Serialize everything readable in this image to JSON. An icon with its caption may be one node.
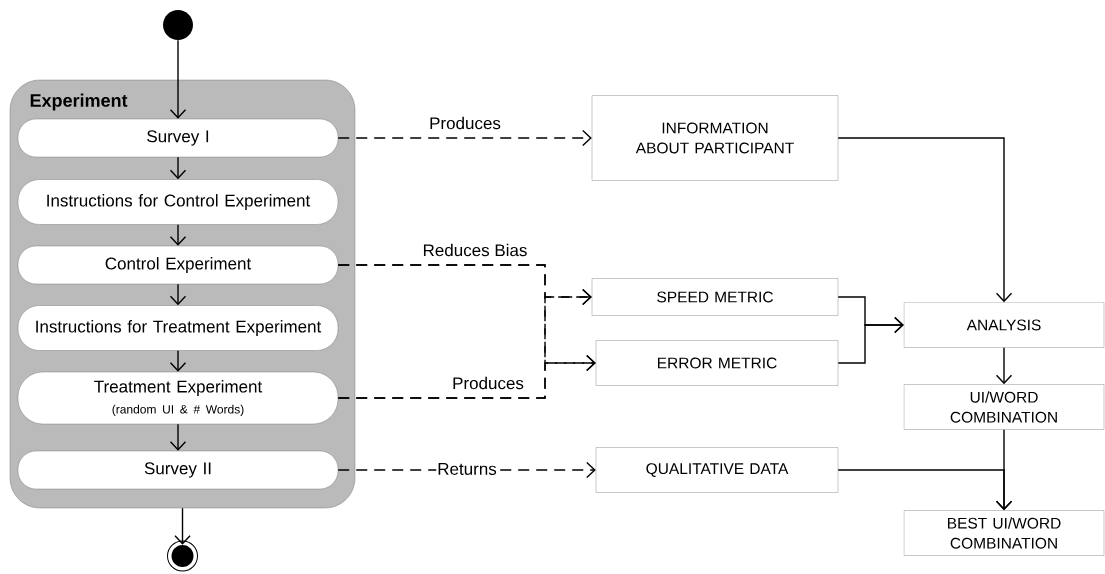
{
  "diagram": {
    "nodes": [
      {
        "text": [],
        "shape": "circle"
      },
      {
        "text": [
          "Experiment"
        ]
      },
      {
        "text": [
          "Survey I"
        ],
        "in": 1
      },
      {
        "text": [
          "Instructions for Control Experiment"
        ],
        "in": 1
      },
      {
        "text": [
          "Control Experiment"
        ],
        "in": 1
      },
      {
        "text": [
          "Instructions for Treatment Experiment"
        ],
        "in": 1
      },
      {
        "text": [
          "Treatment Experiment",
          "(random UI & # Words)"
        ],
        "in": 1
      },
      {
        "text": [
          "Survey II"
        ],
        "in": 1
      },
      {
        "text": [],
        "shape": "circle"
      },
      {
        "text": [
          "INFORMATION ABOUT PARTICIPANT"
        ]
      },
      {
        "text": [
          "SPEED METRIC"
        ]
      },
      {
        "text": [
          "ERROR METRIC"
        ]
      },
      {
        "text": [
          "ANALYSIS"
        ]
      },
      {
        "text": [
          "UI/WORD COMBINATION"
        ]
      },
      {
        "text": [
          "QUALITATIVE DATA"
        ]
      },
      {
        "text": [
          "BEST UI/WORD COMBINATION"
        ]
      }
    ],
    "edges": [
      {
        "from": 0,
        "to": 2,
        "arrow": "to"
      },
      {
        "from": 2,
        "to": 3,
        "arrow": "to"
      },
      {
        "from": 3,
        "to": 4,
        "arrow": "to"
      },
      {
        "from": 4,
        "to": 5,
        "arrow": "to"
      },
      {
        "from": 5,
        "to": 6,
        "arrow": "to"
      },
      {
        "from": 6,
        "to": 7,
        "arrow": "to"
      },
      {
        "from": 1,
        "to": 8,
        "arrow": "to"
      },
      {
        "from": 2,
        "to": 9,
        "arrow": "to",
        "style": "dashed",
        "label": "Produces"
      },
      {
        "from": 4,
        "to": 10,
        "arrow": "to",
        "style": "dashed",
        "label": "Reduces Bias"
      },
      {
        "from": 4,
        "to": 11,
        "arrow": "to",
        "style": "dashed"
      },
      {
        "from": 6,
        "to": 10,
        "arrow": "to",
        "style": "dashed"
      },
      {
        "from": 6,
        "to": 11,
        "arrow": "to",
        "style": "dashed",
        "label": "Produces"
      },
      {
        "from": 7,
        "to": 14,
        "arrow": "to",
        "style": "dashed",
        "label": "Returns"
      },
      {
        "from": 9,
        "to": 12,
        "arrow": "to"
      },
      {
        "from": 10,
        "to": 12,
        "arrow": "to"
      },
      {
        "from": 11,
        "to": 12,
        "arrow": "to"
      },
      {
        "from": 12,
        "to": 13,
        "arrow": "to"
      },
      {
        "from": 13,
        "to": 15,
        "arrow": "to"
      },
      {
        "from": 14,
        "to": 15,
        "arrow": "to"
      }
    ]
  }
}
